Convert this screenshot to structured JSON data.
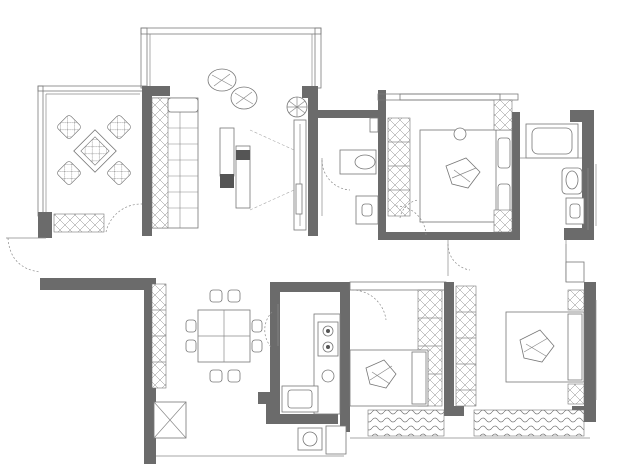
{
  "plan": {
    "background": "#ffffff",
    "wall_color": "#6b6b6b",
    "line_color": "#7a7a7a",
    "rooms": [
      "balcony-terrace",
      "living-room",
      "bathroom-1",
      "master-bedroom",
      "ensuite-bathroom",
      "dining-area",
      "kitchen",
      "bedroom-2",
      "bedroom-3",
      "utility-balcony"
    ]
  }
}
